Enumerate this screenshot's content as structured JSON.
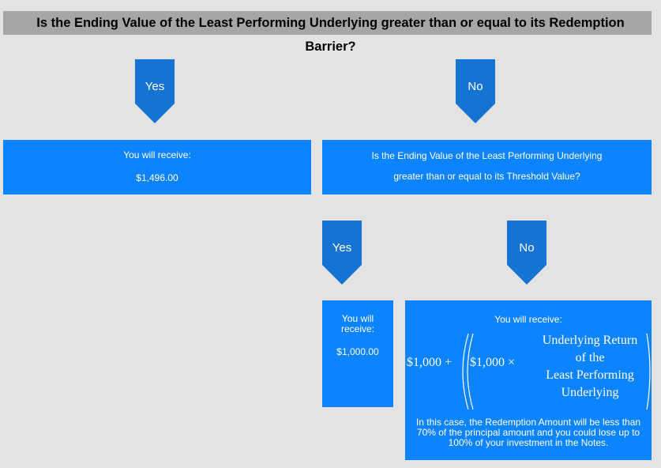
{
  "header": {
    "question": "Is the Ending Value of the Least Performing Underlying greater than or equal to its Redemption Barrier?"
  },
  "level1": {
    "yes_label": "Yes",
    "no_label": "No",
    "yes_box": {
      "line1": "You will receive:",
      "line2": "$1,496.00"
    },
    "no_box": {
      "line1": "Is the Ending Value of the Least Performing Underlying",
      "line2": "greater than or equal to its Threshold Value?"
    }
  },
  "level2": {
    "yes_label": "Yes",
    "no_label": "No",
    "yes_box": {
      "line1": "You will receive:",
      "line2": "$1,000.00"
    },
    "no_box": {
      "heading": "You will receive:",
      "formula": {
        "term1": "$1,000 +",
        "term2": "$1,000 ×",
        "fraction_lines": [
          "Underlying Return",
          "of the",
          "Least Performing",
          "Underlying"
        ]
      },
      "note": "In this case, the Redemption Amount will be less than 70% of the principal amount and you could lose up to 100% of your investment in the Notes."
    }
  },
  "colors": {
    "box": "#0d84ff",
    "arrow": "#1573d3",
    "header": "#a6a6a6",
    "background": "#e3e3e3"
  }
}
